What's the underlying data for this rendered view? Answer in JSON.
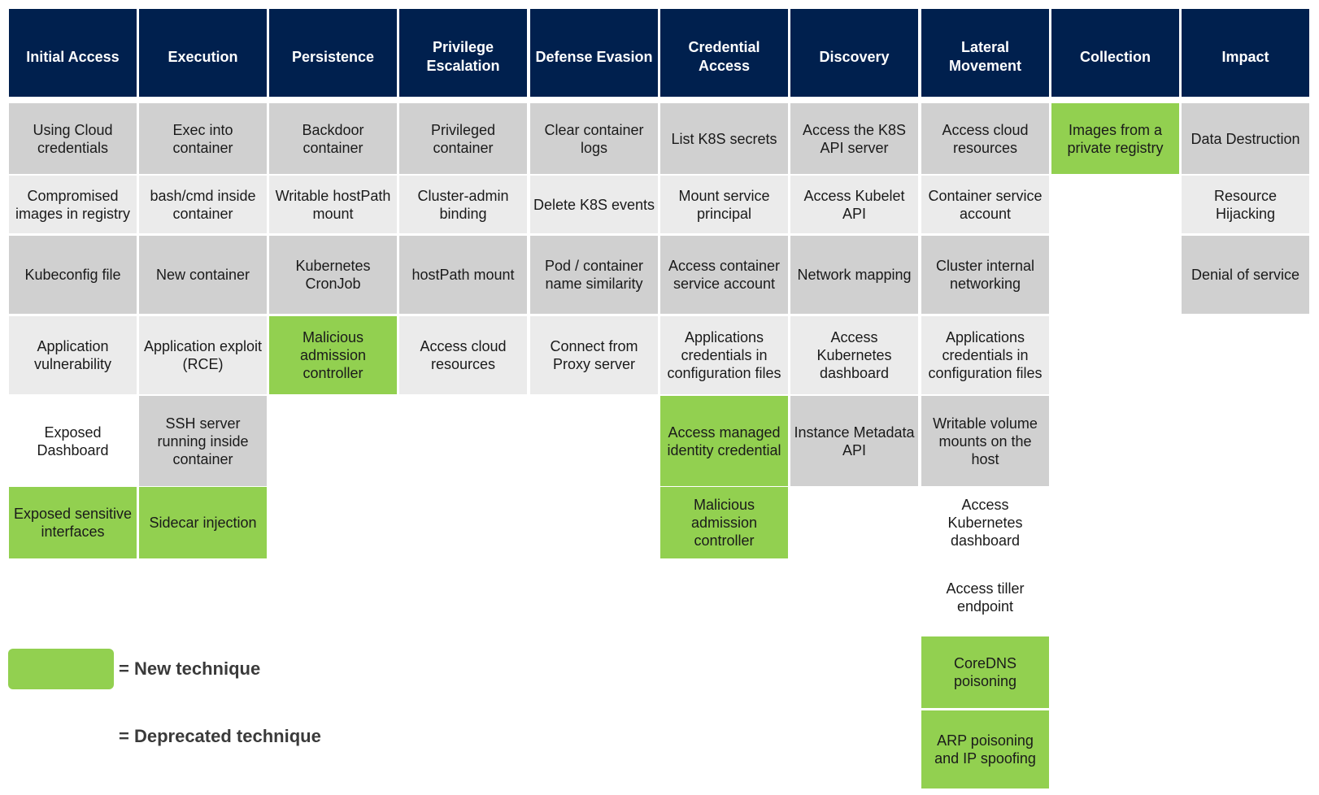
{
  "colors": {
    "header_bg": "#00204e",
    "header_text": "#ffffff",
    "cell_dark": "#d0d0d0",
    "cell_light": "#ebebeb",
    "new": "#92d050",
    "deprecated": "#c00000"
  },
  "columns": [
    {
      "title": "Initial Access",
      "cells": [
        {
          "text": "Using Cloud credentials",
          "status": "dark"
        },
        {
          "text": "Compromised images in registry",
          "status": "light"
        },
        {
          "text": "Kubeconfig file",
          "status": "dark"
        },
        {
          "text": "Application vulnerability",
          "status": "light"
        },
        {
          "text": "Exposed Dashboard",
          "status": "deprecated"
        },
        {
          "text": "Exposed sensitive interfaces",
          "status": "new"
        }
      ]
    },
    {
      "title": "Execution",
      "cells": [
        {
          "text": "Exec into container",
          "status": "dark"
        },
        {
          "text": "bash/cmd inside container",
          "status": "light"
        },
        {
          "text": "New container",
          "status": "dark"
        },
        {
          "text": "Application exploit (RCE)",
          "status": "light"
        },
        {
          "text": "SSH server running inside container",
          "status": "dark"
        },
        {
          "text": "Sidecar injection",
          "status": "new"
        }
      ]
    },
    {
      "title": "Persistence",
      "cells": [
        {
          "text": "Backdoor container",
          "status": "dark"
        },
        {
          "text": "Writable hostPath mount",
          "status": "light"
        },
        {
          "text": "Kubernetes CronJob",
          "status": "dark"
        },
        {
          "text": "Malicious admission controller",
          "status": "new"
        }
      ]
    },
    {
      "title": "Privilege Escalation",
      "cells": [
        {
          "text": "Privileged container",
          "status": "dark"
        },
        {
          "text": "Cluster-admin binding",
          "status": "light"
        },
        {
          "text": "hostPath mount",
          "status": "dark"
        },
        {
          "text": "Access cloud resources",
          "status": "light"
        }
      ]
    },
    {
      "title": "Defense Evasion",
      "cells": [
        {
          "text": "Clear container logs",
          "status": "dark"
        },
        {
          "text": "Delete K8S events",
          "status": "light"
        },
        {
          "text": "Pod / container name similarity",
          "status": "dark"
        },
        {
          "text": "Connect from Proxy server",
          "status": "light"
        }
      ]
    },
    {
      "title": "Credential Access",
      "cells": [
        {
          "text": "List K8S secrets",
          "status": "dark"
        },
        {
          "text": "Mount service principal",
          "status": "light"
        },
        {
          "text": "Access container service account",
          "status": "dark"
        },
        {
          "text": "Applications credentials in configuration files",
          "status": "light"
        },
        {
          "text": "Access managed identity credential",
          "status": "new"
        },
        {
          "text": "Malicious admission controller",
          "status": "new"
        }
      ]
    },
    {
      "title": "Discovery",
      "cells": [
        {
          "text": "Access the K8S API server",
          "status": "dark"
        },
        {
          "text": "Access Kubelet API",
          "status": "light"
        },
        {
          "text": "Network mapping",
          "status": "dark"
        },
        {
          "text": "Access Kubernetes dashboard",
          "status": "light"
        },
        {
          "text": "Instance Metadata API",
          "status": "dark"
        }
      ]
    },
    {
      "title": "Lateral Movement",
      "cells": [
        {
          "text": "Access cloud resources",
          "status": "dark"
        },
        {
          "text": "Container service account",
          "status": "light"
        },
        {
          "text": "Cluster internal networking",
          "status": "dark"
        },
        {
          "text": "Applications credentials in configuration files",
          "status": "light"
        },
        {
          "text": "Writable volume mounts on the host",
          "status": "dark"
        },
        {
          "text": "Access Kubernetes dashboard",
          "status": "deprecated"
        },
        {
          "text": "Access tiller endpoint",
          "status": "deprecated"
        },
        {
          "text": "CoreDNS poisoning",
          "status": "new"
        },
        {
          "text": "ARP poisoning and IP spoofing",
          "status": "new"
        }
      ]
    },
    {
      "title": "Collection",
      "cells": [
        {
          "text": "Images from a private registry",
          "status": "new"
        }
      ]
    },
    {
      "title": "Impact",
      "cells": [
        {
          "text": "Data Destruction",
          "status": "dark"
        },
        {
          "text": "Resource Hijacking",
          "status": "light"
        },
        {
          "text": "Denial of service",
          "status": "dark"
        }
      ]
    }
  ],
  "legend": [
    {
      "label": "= New technique",
      "status": "new"
    },
    {
      "label": "= Deprecated technique",
      "status": "deprecated"
    }
  ]
}
